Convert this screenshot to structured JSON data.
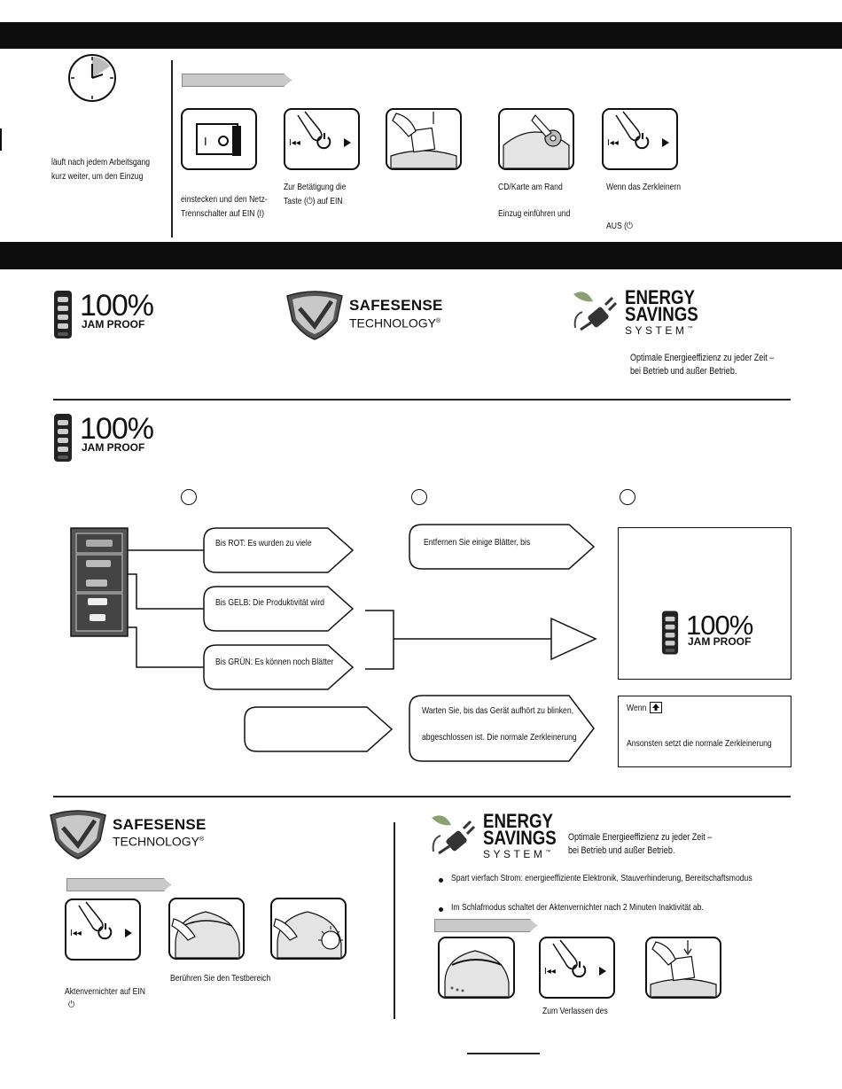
{
  "bars": {
    "top": "",
    "middle": ""
  },
  "clock_text": {
    "line1": "läuft nach jedem Arbeitsgang",
    "line2": "kurz weiter, um den Einzug"
  },
  "steps": {
    "step1": {
      "line1": "einstecken und den Netz-",
      "line2": "Trennschalter auf EIN (I)"
    },
    "step2": {
      "line1": "Zur Betätigung die",
      "line2": "Taste (⏻) auf EIN"
    },
    "step4": {
      "line1": "CD/Karte am Rand",
      "line2": "Einzug einführen und"
    },
    "step5": {
      "line1": "Wenn das Zerkleinern",
      "line2": "AUS (⏻"
    }
  },
  "logos": {
    "jam_pct": "100%",
    "jam_label": "JAM PROOF",
    "safesense_title": "SAFESENSE",
    "safesense_sub": "TECHNOLOGY",
    "safesense_reg": "®",
    "energy_line1": "ENERGY",
    "energy_line2": "SAVINGS",
    "energy_line3": "SYSTEM",
    "energy_tm": "™"
  },
  "energy_top": {
    "line1": "Optimale Energieeffizienz zu jeder Zeit –",
    "line2": "bei Betrieb und außer Betrieb."
  },
  "flow": {
    "red": "Bis ROT: Es wurden zu viele",
    "yellow": "Bis GELB: Die Produktivität wird",
    "green": "Bis GRÜN: Es können noch Blätter",
    "remove": "Entfernen Sie einige Blätter, bis",
    "wait1": "Warten Sie, bis das Gerät aufhört zu blinken,",
    "wait2": "abgeschlossen ist. Die normale Zerkleinerung",
    "wenn": "Wenn",
    "otherwise": "Ansonsten setzt die normale Zerkleinerung"
  },
  "safesense_section": {
    "caption1_line1": "Aktenvernichter auf EIN",
    "caption1_line2": "⏻",
    "caption2": "Berühren Sie den Testbereich"
  },
  "energy_section": {
    "line1": "Optimale Energieeffizienz zu jeder Zeit –",
    "line2": "bei Betrieb und außer Betrieb.",
    "bullet1": "Spart vierfach Strom: energieeffiziente Elektronik, Stauverhinderung, Bereitschaftsmodus",
    "bullet2": "Im Schlafmodus schaltet der Aktenvernichter nach 2 Minuten Inaktivität ab.",
    "caption": "Zum Verlassen des"
  },
  "colors": {
    "bar": "#0d0d0d",
    "tab": "#c9c9c9"
  }
}
